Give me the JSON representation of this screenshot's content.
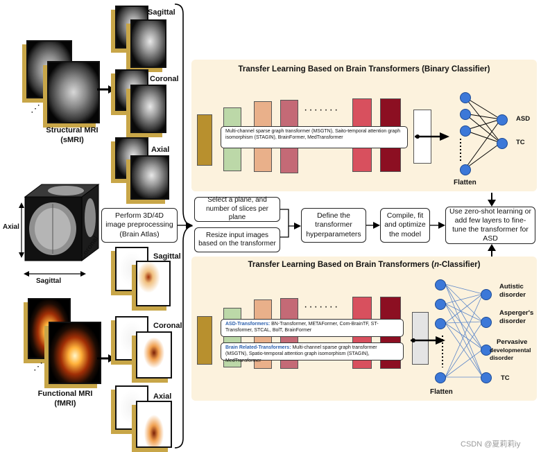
{
  "left": {
    "smri_label": "Structural MRI",
    "smri_abbr": "(sMRI)",
    "fmri_label": "Functional MRI",
    "fmri_abbr": "(fMRI)",
    "axes": {
      "axial": "Axial",
      "sagittal": "Sagittal",
      "coronal": "Coronal"
    }
  },
  "planes_top": {
    "sagittal": "Sagittal",
    "coronal": "Coronal",
    "axial": "Axial"
  },
  "planes_bottom": {
    "sagittal": "Sagittal",
    "coronal": "Coronal",
    "axial": "Axial"
  },
  "preprocess": "Perform 3D/4D image preprocessing (Brain Atlas)",
  "steps": {
    "select_plane": "Select a plane, and number of slices per plane",
    "resize": "Resize input images based on the transformer",
    "define": "Define the transformer hyperparameters",
    "compile": "Compile, fit and optimize the model",
    "zero_shot": "Use zero-shot learning or add few layers to fine-tune the transformer for ASD"
  },
  "binary_panel": {
    "title": "Transfer Learning Based on Brain Transformers (Binary Classifier)",
    "models": "Multi-channel sparse graph transformer (MSGTN), Saito-temporal attention graph isomorphism (STAGIN), BrainFormer, MedTransformer",
    "flatten": "Flatten",
    "outputs": [
      "ASD",
      "TC"
    ]
  },
  "nclass_panel": {
    "title_prefix": "Transfer Learning Based on Brain Transformers (",
    "title_italic": "n",
    "title_suffix": "-Classifier)",
    "asd_head": "ASD-Transformers:",
    "asd_models": " BN-Transformer, METAFormer, Com-BrainTF, ST-Transformer, STCAL, BolT, BrainFormer",
    "brain_head": "Brain Related-Transformers:",
    "brain_models": " Multi-channel sparse graph transformer (MSGTN), Spatio-temporal attention graph isomorphism (STAGIN), MedTransformer",
    "flatten": "Flatten",
    "outputs": [
      "Autistic disorder",
      "Asperger's disorder",
      "Pervasive",
      "developmental disorder",
      "TC"
    ]
  },
  "watermark": "CSDN @夏莉莉iy",
  "colors": {
    "panel_bg": "#fcf2dd",
    "node": "#3c78d8",
    "accent_text": "#2b5fad"
  }
}
